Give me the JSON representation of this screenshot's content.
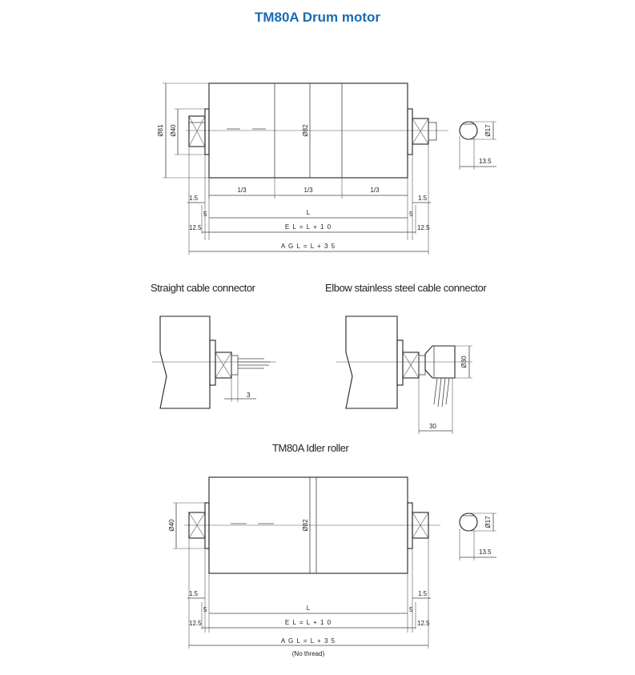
{
  "title": "TM80A Drum motor",
  "drum": {
    "d81": "Ø81",
    "d40": "Ø40",
    "d82": "Ø82",
    "d17": "Ø17",
    "d135": "13.5",
    "third": "1/3",
    "w15": "1.5",
    "w5": "5",
    "L": "L",
    "w25": "12.5",
    "EL": "E L = L + 1 0",
    "AGL": "A G L = L + 3 5"
  },
  "connectors": {
    "straight_caption": "Straight cable connector",
    "elbow_caption": "Elbow stainless steel cable connector",
    "d3": "3",
    "d30": "Ø30",
    "w30": "30"
  },
  "idler": {
    "caption": "TM80A  Idler roller",
    "d40": "Ø40",
    "d82": "Ø82",
    "d17": "Ø17",
    "d135": "13.5",
    "w15": "1.5",
    "w5": "5",
    "L": "L",
    "w25": "12.5",
    "EL": "E L = L + 1 0",
    "AGL": "A G L = L + 3 5",
    "note": "(No thread)"
  }
}
